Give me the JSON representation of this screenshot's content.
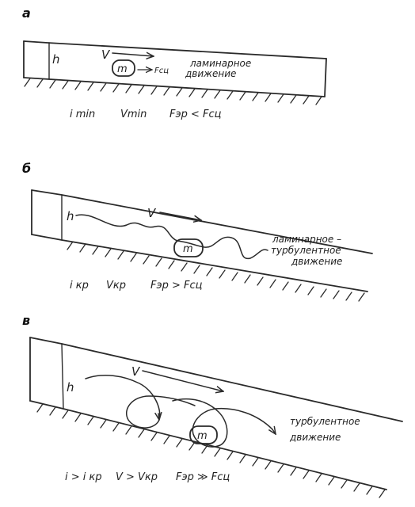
{
  "panels": [
    {
      "letter": "а",
      "h_label": "h",
      "v_label": "V",
      "mass_label": "m",
      "force_label": "Fсц",
      "regime": [
        "ламинарное",
        "движение"
      ],
      "conditions": {
        "i": "i min",
        "v": "Vmin",
        "f": "Fэр < Fсц"
      }
    },
    {
      "letter": "б",
      "h_label": "h",
      "v_label": "V",
      "mass_label": "m",
      "regime": [
        "ламинарное –",
        "турбулентное",
        "движение"
      ],
      "conditions": {
        "i": "i кр",
        "v": "Vкр",
        "f": "Fэр > Fсц"
      }
    },
    {
      "letter": "в",
      "h_label": "h",
      "v_label": "V",
      "mass_label": "m",
      "regime": [
        "турбулентное",
        "движение"
      ],
      "conditions": {
        "i": "i > i кр",
        "v": "V > Vкр",
        "f": "Fэр ≫ Fсц"
      }
    }
  ],
  "colors": {
    "ink": "#2a2a2a",
    "paper": "#ffffff"
  }
}
